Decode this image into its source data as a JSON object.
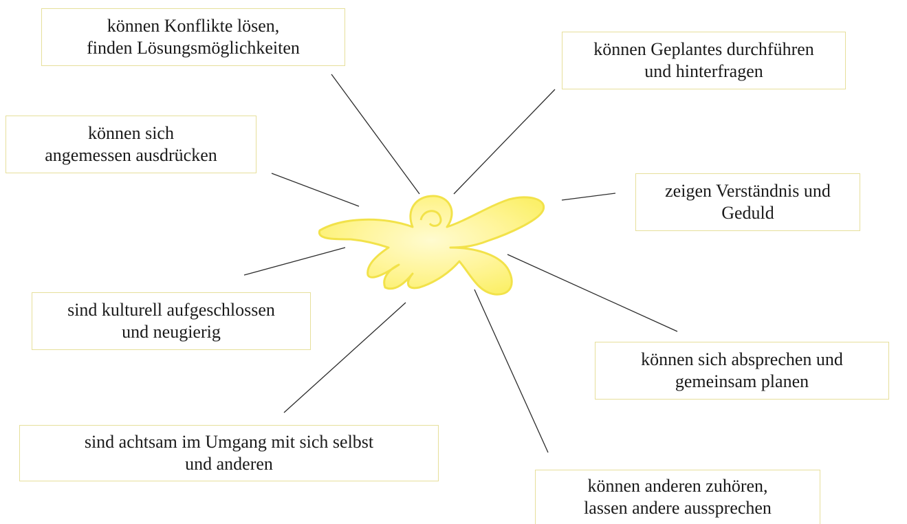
{
  "diagram": {
    "center": {
      "icon": "yellow-flower-blob"
    },
    "items": [
      {
        "id": "konflikte",
        "lines": [
          "können Konflikte lösen,",
          "finden Lösungsmöglichkeiten"
        ]
      },
      {
        "id": "geplantes",
        "lines": [
          "können Geplantes durchführen",
          "und hinterfragen"
        ]
      },
      {
        "id": "ausdruecken",
        "lines": [
          "können sich",
          "angemessen ausdrücken"
        ]
      },
      {
        "id": "verstaendnis",
        "lines": [
          "zeigen Verständnis und",
          "Geduld"
        ]
      },
      {
        "id": "kulturell",
        "lines": [
          "sind kulturell aufgeschlossen",
          "und neugierig"
        ]
      },
      {
        "id": "absprechen",
        "lines": [
          "können sich absprechen und",
          "gemeinsam planen"
        ]
      },
      {
        "id": "achtsam",
        "lines": [
          "sind achtsam im Umgang mit sich selbst",
          "und anderen"
        ]
      },
      {
        "id": "zuhoeren",
        "lines": [
          "können anderen zuhören,",
          "lassen andere aussprechen"
        ]
      }
    ],
    "colors": {
      "blob_fill": "#fbf06a",
      "blob_highlight": "#fffbd0",
      "blob_outline": "#f2e24a",
      "box_border": "#e6df9a",
      "connector": "#2b2b2b"
    }
  }
}
